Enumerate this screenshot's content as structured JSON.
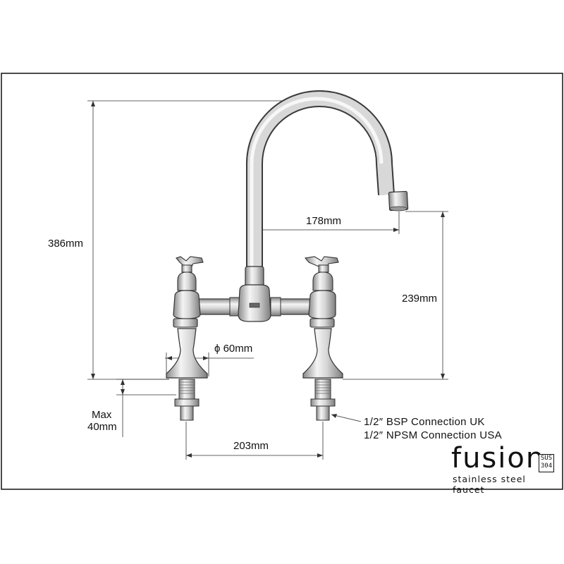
{
  "dimensions": {
    "height_total": "386mm",
    "spout_reach": "178mm",
    "spout_height": "239mm",
    "base_diameter": "ϕ 60mm",
    "max_thickness_line1": "Max",
    "max_thickness_line2": "40mm",
    "center_distance": "203mm"
  },
  "connection": {
    "line1": "1/2″ BSP Connection UK",
    "line2": "1/2″ NPSM Connection USA"
  },
  "brand": {
    "name": "fusion",
    "badge_line1": "SUS",
    "badge_line2": "304",
    "tagline": "stainless steel faucet"
  }
}
